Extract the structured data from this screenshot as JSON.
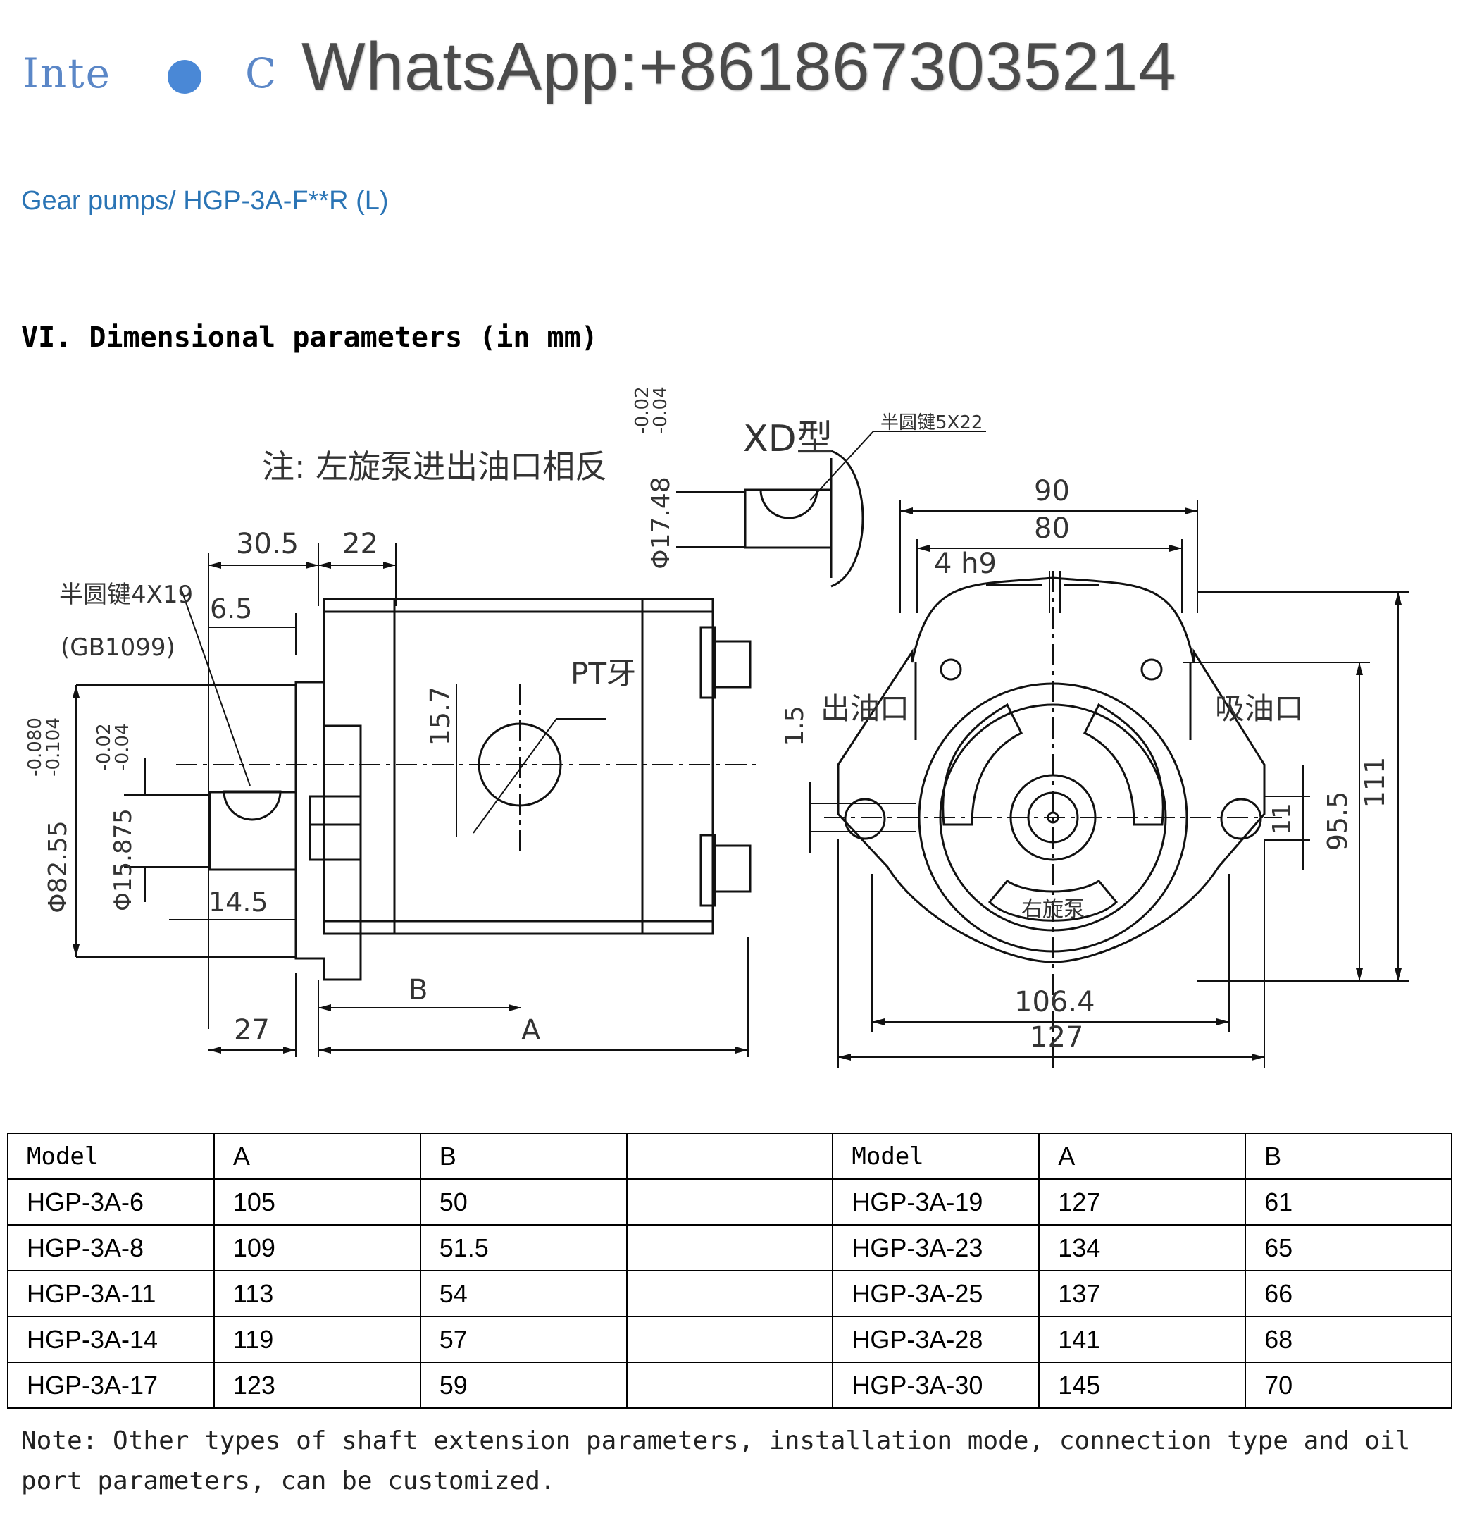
{
  "header": {
    "partial_left": "Inte",
    "partial_right": "C",
    "watermark": "WhatsApp:+8618673035214",
    "dot_color": "#4a88d6"
  },
  "subtitle": "Gear pumps/ HGP-3A-F**R (L)",
  "section_title": "VI. Dimensional parameters (in mm)",
  "drawing": {
    "note_cn": "注: 左旋泵进出油口相反",
    "xd_label": "XD型",
    "key_xd": "半圆键5X22",
    "key_side": "半圆键4X19",
    "key_std": "(GB1099)",
    "pt_label": "PT牙",
    "outlet": "出油口",
    "inlet": "吸油口",
    "rotation": "右旋泵",
    "dims": {
      "d305": "30.5",
      "d22": "22",
      "d65": "6.5",
      "d157": "15.7",
      "d145": "14.5",
      "d27": "27",
      "dB": "B",
      "dA": "A",
      "d90": "90",
      "d80": "80",
      "d4h9": "4 h9",
      "d15": "1.5",
      "d11": "11",
      "d955": "95.5",
      "d111": "111",
      "d1064": "106.4",
      "d127": "127",
      "phi1748": "Φ17.48",
      "tol1748": "-0.02",
      "tol1748b": "-0.04",
      "phi8255": "Φ82.55",
      "tol8255": "-0.080",
      "tol8255b": "-0.104",
      "phi15875": "Φ15.875",
      "tol15875": "-0.02",
      "tol15875b": "-0.04"
    }
  },
  "table": {
    "headers": [
      "Model",
      "A",
      "B",
      "",
      "Model",
      "A",
      "B"
    ],
    "rows": [
      [
        "HGP-3A-6",
        "105",
        "50",
        "",
        "HGP-3A-19",
        "127",
        "61"
      ],
      [
        "HGP-3A-8",
        "109",
        "51.5",
        "",
        "HGP-3A-23",
        "134",
        "65"
      ],
      [
        "HGP-3A-11",
        "113",
        "54",
        "",
        "HGP-3A-25",
        "137",
        "66"
      ],
      [
        "HGP-3A-14",
        "119",
        "57",
        "",
        "HGP-3A-28",
        "141",
        "68"
      ],
      [
        "HGP-3A-17",
        "123",
        "59",
        "",
        "HGP-3A-30",
        "145",
        "70"
      ]
    ]
  },
  "note": "Note: Other types of shaft extension parameters, installation mode, connection type and oil port parameters, can be customized."
}
